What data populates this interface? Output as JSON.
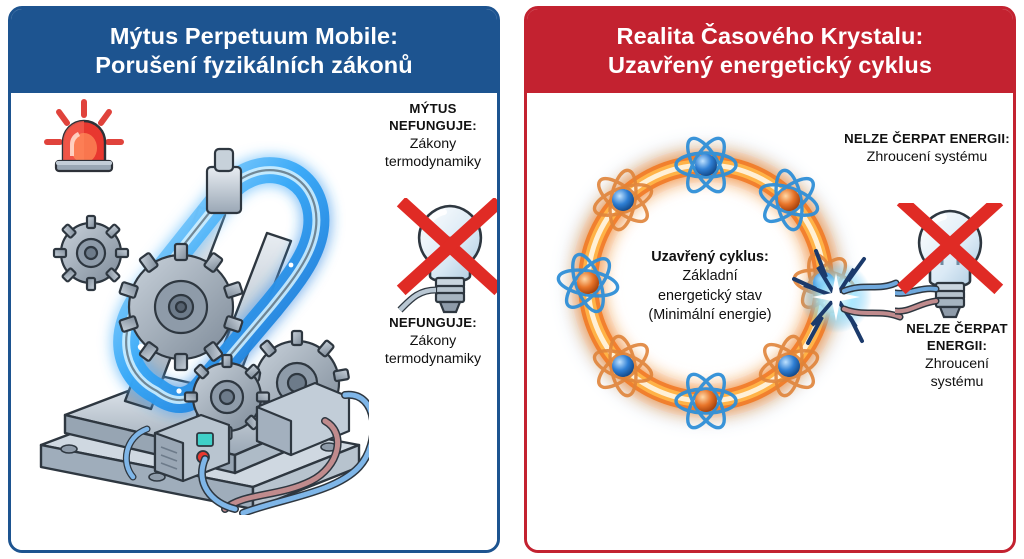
{
  "figure": {
    "type": "two-panel comparison infographic",
    "language": "cs"
  },
  "panels": [
    {
      "id": "myth",
      "accent_color": "#1d5490",
      "header": {
        "line1": "Mýtus Perpetuum Mobile:",
        "line2": "Porušení fyzikálních zákonů"
      },
      "illustration": {
        "main": "perpetual-motion-machine-with-gears-and-glowing-blue-belt",
        "alarm_icon": "red-rotating-siren-light",
        "bulb_icon": "lightbulb-crossed-out-red-x",
        "cables": "blue-and-red-power-cables-coiled-on-floor"
      },
      "callouts": [
        {
          "id": "myth-top",
          "heading_line1": "MÝTUS",
          "heading_line2": "NEFUNGUJE:",
          "sub_line1": "Zákony",
          "sub_line2": "termodynamiky"
        },
        {
          "id": "myth-bottom",
          "heading_line1": "NEFUNGUJE:",
          "heading_line2": "",
          "sub_line1": "Zákony",
          "sub_line2": "termodynamiky"
        }
      ]
    },
    {
      "id": "reality",
      "accent_color": "#c32230",
      "header": {
        "line1": "Realita Časového Krystalu:",
        "line2": "Uzavřený energetický cyklus"
      },
      "illustration": {
        "main": "glowing-orange-ring-of-atoms-time-crystal",
        "atom_count": 8,
        "atom_nucleus_colors": [
          "#2f7fd4",
          "#e8752a"
        ],
        "ring_color": "#f79236",
        "spark_icon": "electric-discharge-spark",
        "bulb_icon": "lightbulb-crossed-out-red-x",
        "cables": "blue-and-red-probe-wires-touching-ring"
      },
      "center_label": {
        "heading": "Uzavřený cyklus:",
        "line1": "Základní",
        "line2": "energetický stav",
        "line3": "(Minimální energie)"
      },
      "callouts": [
        {
          "id": "reality-top",
          "heading_line1": "NELZE ČERPAT ENERGII:",
          "heading_line2": "",
          "sub_line1": "Zhroucení systému",
          "sub_line2": ""
        },
        {
          "id": "reality-bottom",
          "heading_line1": "NELZE ČERPAT",
          "heading_line2": "ENERGII:",
          "sub_line1": "Zhroucení",
          "sub_line2": "systému"
        }
      ]
    }
  ]
}
